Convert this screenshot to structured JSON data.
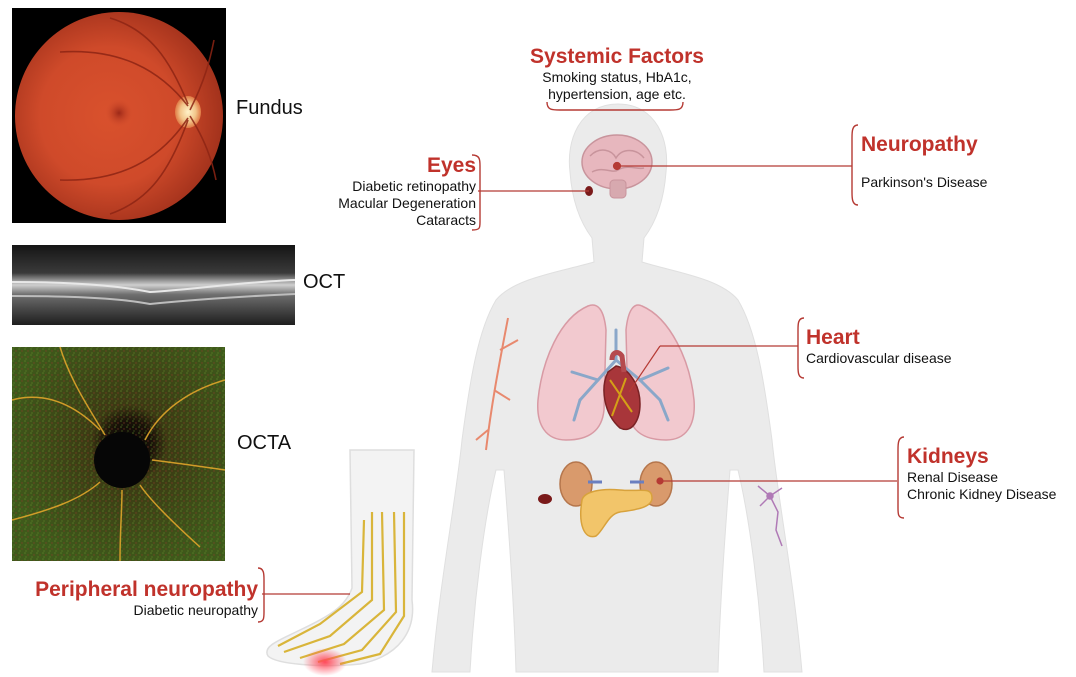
{
  "images": {
    "fundus_label": "Fundus",
    "oct_label": "OCT",
    "octa_label": "OCTA"
  },
  "systemic": {
    "title": "Systemic Factors",
    "lines": [
      "Smoking status, HbA1c,",
      "hypertension, age etc."
    ]
  },
  "eyes": {
    "title": "Eyes",
    "items": [
      "Diabetic retinopathy",
      "Macular Degeneration",
      "Cataracts"
    ]
  },
  "neuropathy": {
    "title": "Neuropathy",
    "items": [
      "Parkinson's Disease"
    ]
  },
  "heart": {
    "title": "Heart",
    "items": [
      "Cardiovascular disease"
    ]
  },
  "kidneys": {
    "title": "Kidneys",
    "items": [
      "Renal Disease",
      "Chronic Kidney Disease"
    ]
  },
  "peripheral": {
    "title": "Peripheral neuropathy",
    "items": [
      "Diabetic neuropathy"
    ]
  },
  "colors": {
    "accent_red": "#c0322b",
    "body_grey": "#e9e9e9",
    "bracket_red": "#b53a34"
  }
}
